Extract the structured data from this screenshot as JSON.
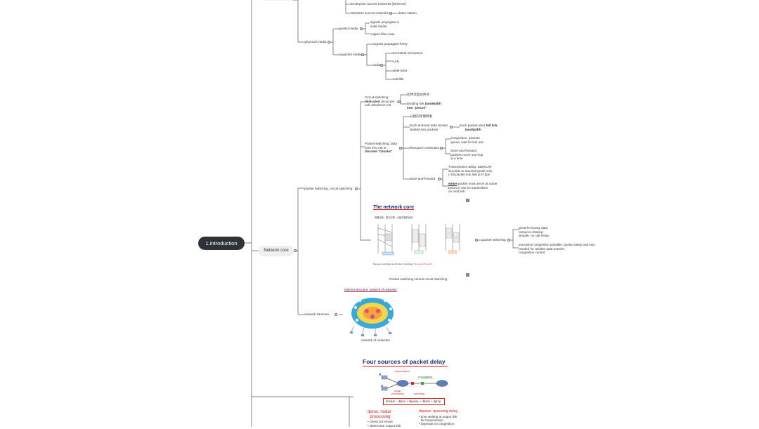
{
  "root": "1.introduction",
  "network_core": "Network core",
  "access": {
    "enterprise": "Enterprise access networks (Ethernet)",
    "wireless": "Wireless access networks",
    "base_station": "base station"
  },
  "physical": {
    "label": "physical media",
    "guided": "guided media",
    "guided_a1": "signals propagate in",
    "guided_a2": "solid media",
    "guided_b": "copper,fiber,coax",
    "unguided": "unguided media",
    "unguided_a": "signals propagate freely",
    "radio": "radio",
    "radio_items": [
      "terrestrial microwave",
      "LAN",
      "wide-area",
      "satellite"
    ]
  },
  "switching": {
    "label": "packet switching, circuit switching",
    "circuit_1": "Circuit-switching:",
    "circuit_2a": "dedicated",
    "circuit_2b": " circuit per",
    "circuit_3": "call: telephone net",
    "circuit_c1": "比特流直达终点",
    "circuit_c2a": "Dividing link ",
    "circuit_c2b": "bandwidth",
    "circuit_c3": "into \"pieces\"",
    "packet_1": "Packet-switching: data",
    "packet_2": "sent thru net in",
    "packet_3": "discrete \"chunks\"",
    "pk_c1": "分组的存储转发",
    "pk_c2a": "Each end-end data stream",
    "pk_c2b": "divided into packets",
    "pk_c2c1a": "Each packet uses ",
    "pk_c2c1b": "full link",
    "pk_c2c2": "bandwidth",
    "contention": "Resource contention",
    "cont_a1": "Congestion: packets",
    "cont_a2": "queue, wait for link use",
    "cont_b1": "Store and forward:",
    "cont_b2": "packets move one hop",
    "cont_b3": "at a time",
    "saf": "store-and-forward",
    "saf_a1": "Transmission delay: takes L/R",
    "saf_a2": "seconds to transmit (push out)",
    "saf_a3": "L-bit packet into link at R bps",
    "saf_b1a": "entire",
    "saf_b1b": " packet must arrive at router",
    "saf_b2": "before it can be transmitted",
    "saf_b3": "on next link",
    "core_title": "The network core",
    "core_sub": "电路交换、报文交换、分组交换的比较",
    "core_caption_a": "Message switching and Packet Switching: ",
    "core_caption_b": "Store and Forward",
    "img_caption": "Packet switching versus circuit switching",
    "ps_label": "packet switching",
    "ps_a1": "great for bursty data",
    "ps_a2": "resource sharing",
    "ps_a3": "simpler, no call setup",
    "ps_b1": "excessive congestion possible: packet delay and loss",
    "ps_b2": "needed for reliable data transfer,",
    "ps_b3": "congestion control"
  },
  "structure": {
    "label": "network structure",
    "img_title": "Internet structure: network of networks",
    "caption": "network of networks"
  },
  "delay": {
    "title": "Four sources of packet delay",
    "transmission": "transmission",
    "propagation": "propagation",
    "nodal1": "nodal",
    "nodal2": "processing",
    "queueing": "queueing",
    "A": "A",
    "B": "B",
    "formula": "dnodal = dproc + dqueue + dtrans + dprop",
    "proc_title": "dproc: nodal",
    "proc_title2": "processing",
    "proc_b1": "check bit errors",
    "proc_b2": "determine output link",
    "queue_title": "dqueue: queueing delay",
    "queue_b1": "time waiting at output link",
    "queue_b1b": "for transmission",
    "queue_b2": "depends on congestion"
  }
}
